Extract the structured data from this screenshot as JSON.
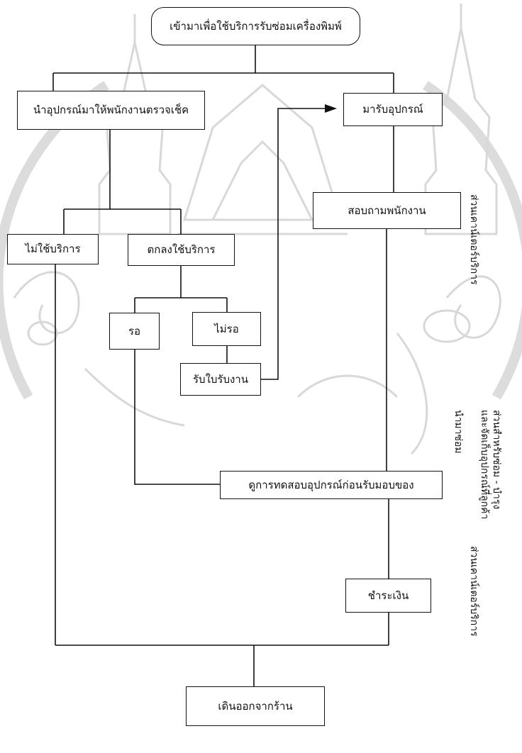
{
  "flowchart": {
    "start": "เข้ามาเพื่อใช้บริการรับซ่อมเครื่องพิมพ์",
    "bring_device": "นำอุปกรณ์มาให้พนักงานตรวจเช็ค",
    "pickup_device": "มารับอุปกรณ์",
    "ask_staff": "สอบถามพนักงาน",
    "not_use": "ไม่ใช้บริการ",
    "agree_use": "ตกลงใช้บริการ",
    "wait": "รอ",
    "not_wait": "ไม่รอ",
    "receipt": "รับใบรับงาน",
    "test_device": "ดูการทดสอบอุปกรณ์ก่อนรับมอบของ",
    "pay": "ชำระเงิน",
    "exit": "เดินออกจากร้าน"
  },
  "zone_labels": {
    "service_counter_1": "ส่วนเคาน์เตอร์บริการ",
    "repair_section": "ส่วนสำหรับซ่อม - บำรุง",
    "storage_section": "และจัดเก็บอุปกรณ์ที่ลูกค้า",
    "storage_section_2": "นำมาซ่อม",
    "service_counter_2": "ส่วนเคาน์เตอร์บริการ"
  },
  "colors": {
    "ink": "#111111",
    "watermark": "#d4d4d4",
    "background": "#ffffff"
  }
}
